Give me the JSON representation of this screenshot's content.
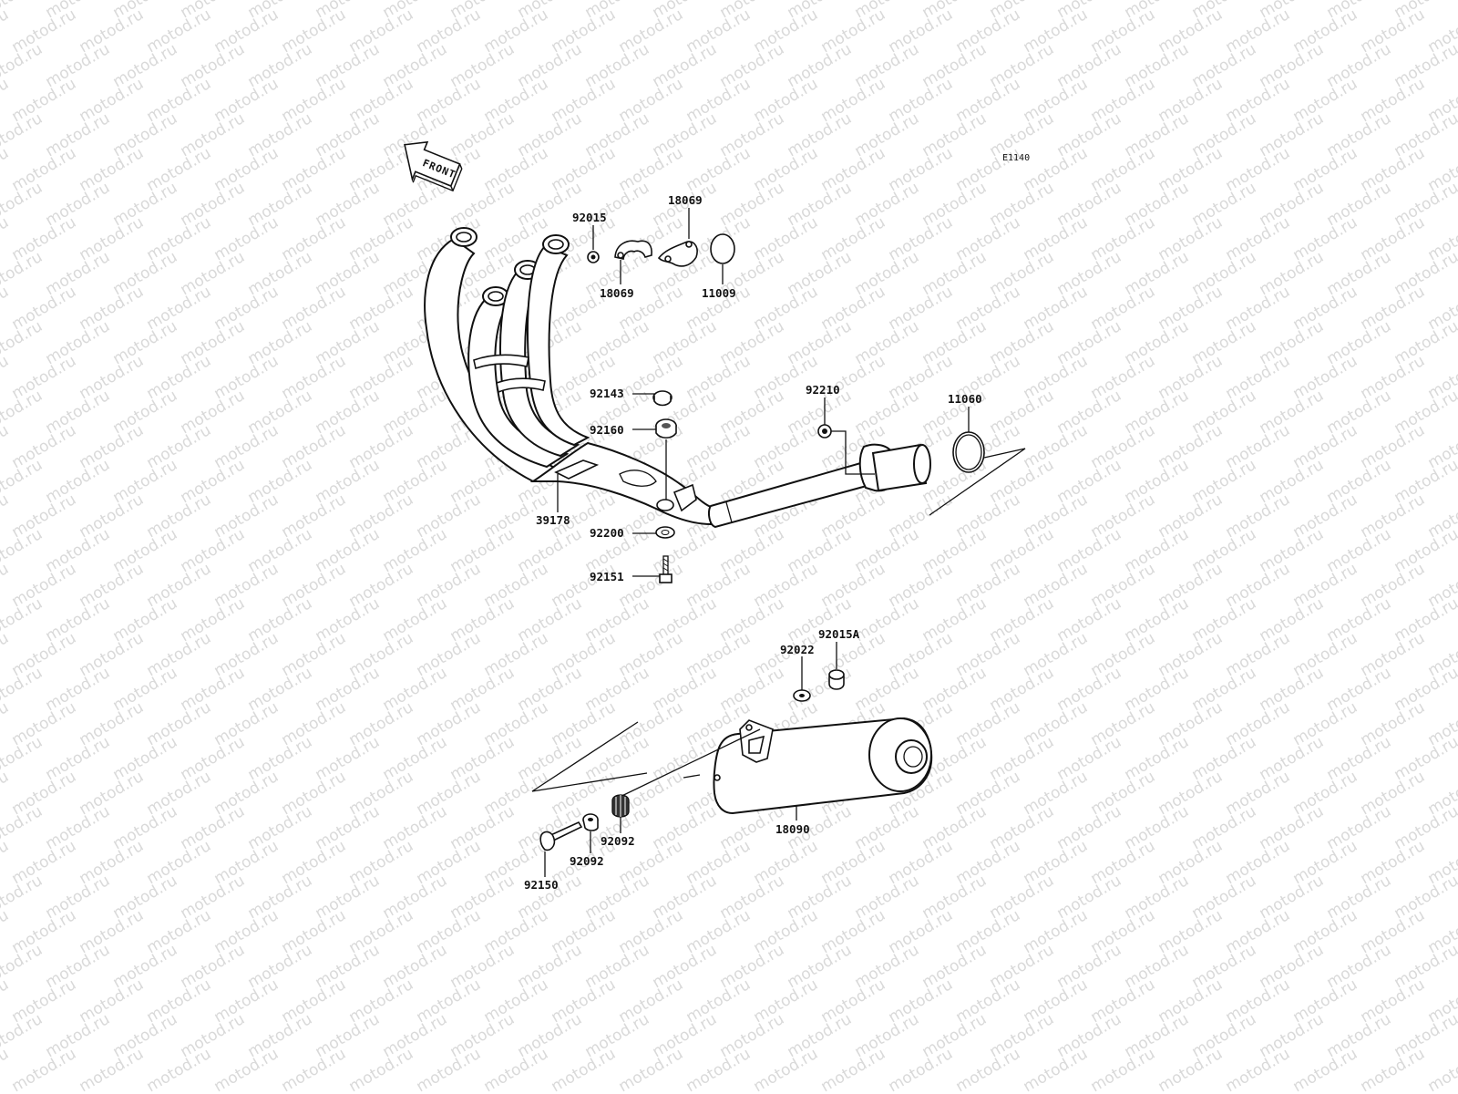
{
  "watermark": "motod.ru",
  "diagram_code": "E1140",
  "front_label": "FRONT",
  "parts": [
    {
      "id": "p92015",
      "number": "92015"
    },
    {
      "id": "p18069a",
      "number": "18069"
    },
    {
      "id": "p18069b",
      "number": "18069"
    },
    {
      "id": "p11009",
      "number": "11009"
    },
    {
      "id": "p92143",
      "number": "92143"
    },
    {
      "id": "p92160",
      "number": "92160"
    },
    {
      "id": "p92210",
      "number": "92210"
    },
    {
      "id": "p11060",
      "number": "11060"
    },
    {
      "id": "p39178",
      "number": "39178"
    },
    {
      "id": "p92200",
      "number": "92200"
    },
    {
      "id": "p92151",
      "number": "92151"
    },
    {
      "id": "p92015A",
      "number": "92015A"
    },
    {
      "id": "p92022",
      "number": "92022"
    },
    {
      "id": "p92092a",
      "number": "92092"
    },
    {
      "id": "p92092b",
      "number": "92092"
    },
    {
      "id": "p18090",
      "number": "18090"
    },
    {
      "id": "p92150",
      "number": "92150"
    }
  ]
}
